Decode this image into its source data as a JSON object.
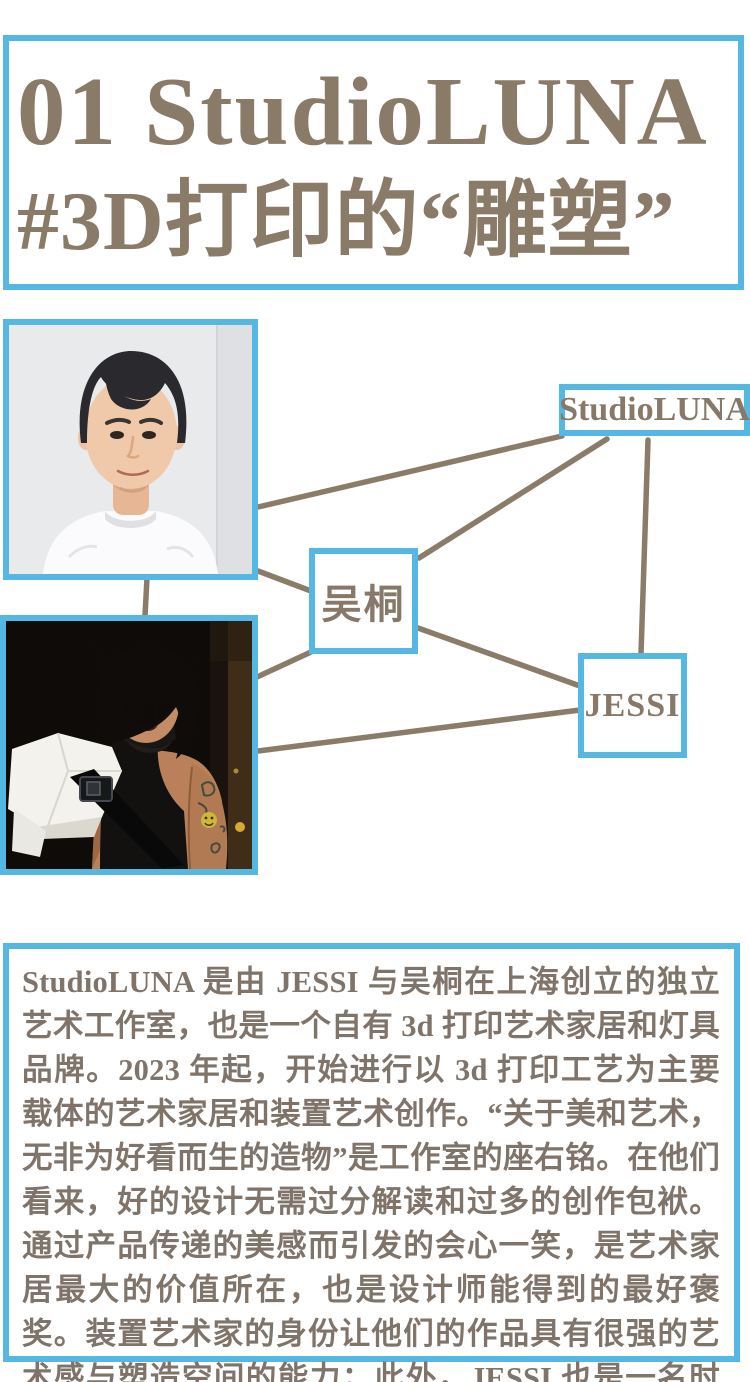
{
  "header": {
    "line1": "01 StudioLUNA",
    "line2": "#3D打印的“雕塑”"
  },
  "diagram": {
    "nodes": [
      {
        "id": "studioluna",
        "label": "StudioLUNA"
      },
      {
        "id": "wutong",
        "label": "吴桐"
      },
      {
        "id": "jessi",
        "label": "JESSI"
      }
    ],
    "photos": [
      {
        "id": "wutong-photo",
        "description": "portrait of man in white t-shirt"
      },
      {
        "id": "jessi-photo",
        "description": "portrait of woman in black outfit with white shoulder piece"
      }
    ],
    "edges": [
      {
        "from": "wutong-photo",
        "to": "studioluna"
      },
      {
        "from": "wutong-photo",
        "to": "wutong"
      },
      {
        "from": "wutong-photo",
        "to": "jessi-photo"
      },
      {
        "from": "wutong",
        "to": "studioluna"
      },
      {
        "from": "wutong",
        "to": "jessi"
      },
      {
        "from": "wutong",
        "to": "jessi-photo"
      },
      {
        "from": "jessi-photo",
        "to": "jessi"
      },
      {
        "from": "studioluna",
        "to": "jessi"
      }
    ]
  },
  "body": {
    "paragraph": "StudioLUNA 是由 JESSI 与吴桐在上海创立的独立艺术工作室，也是一个自有 3d 打印艺术家居和灯具品牌。2023 年起，开始进行以 3d 打印工艺为主要载体的艺术家居和装置艺术创作。“关于美和艺术，无非为好看而生的造物”是工作室的座右铭。在他们看来，好的设计无需过分解读和过多的创作包袱。通过产品传递的美感而引发的会心一笑，是艺术家居最大的价值所在，也是设计师能得到的最好褒奖。装置艺术家的身份让他们的作品具有很强的艺术感与塑造空间的能力；此外，JESSI 也是一名时尚设计师、社交媒体上备受欢迎的时尚博主。"
  },
  "colors": {
    "accent_cyan": "#54b8e2",
    "text_brown": "#8a7a68",
    "line_brown": "#8b7c6a"
  }
}
